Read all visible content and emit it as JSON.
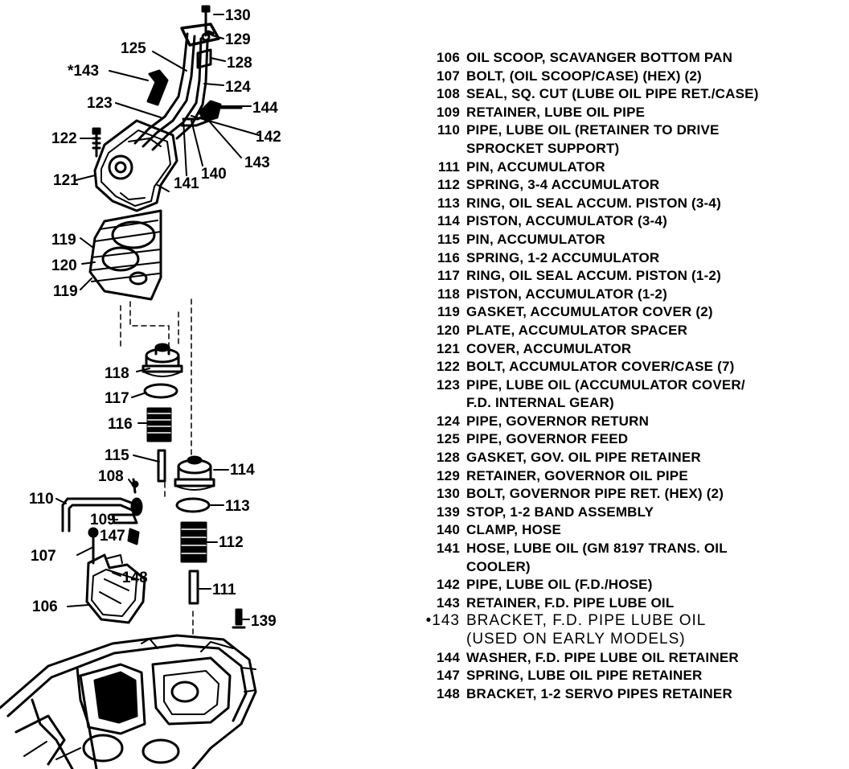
{
  "diagram": {
    "callouts": [
      "130",
      "129",
      "125",
      "128",
      "*143",
      "124",
      "123",
      "144",
      "122",
      "142",
      "143",
      "121",
      "141",
      "140",
      "119",
      "120",
      "119",
      "118",
      "117",
      "116",
      "115",
      "114",
      "108",
      "110",
      "113",
      "109",
      "147",
      "107",
      "112",
      "148",
      "106",
      "111",
      "139"
    ]
  },
  "legend": [
    {
      "num": "106",
      "text": "OIL SCOOP, SCAVANGER BOTTOM PAN"
    },
    {
      "num": "107",
      "text": "BOLT, (OIL SCOOP/CASE) (HEX) (2)"
    },
    {
      "num": "108",
      "text": "SEAL, SQ. CUT (LUBE OIL PIPE RET./CASE)"
    },
    {
      "num": "109",
      "text": "RETAINER, LUBE OIL PIPE"
    },
    {
      "num": "110",
      "text": "PIPE, LUBE OIL (RETAINER TO DRIVE\nSPROCKET SUPPORT)"
    },
    {
      "num": "111",
      "text": "PIN, ACCUMULATOR"
    },
    {
      "num": "112",
      "text": "SPRING, 3-4 ACCUMULATOR"
    },
    {
      "num": "113",
      "text": "RING, OIL SEAL ACCUM. PISTON (3-4)"
    },
    {
      "num": "114",
      "text": "PISTON, ACCUMULATOR (3-4)"
    },
    {
      "num": "115",
      "text": "PIN, ACCUMULATOR"
    },
    {
      "num": "116",
      "text": "SPRING, 1-2 ACCUMULATOR"
    },
    {
      "num": "117",
      "text": "RING, OIL SEAL ACCUM. PISTON (1-2)"
    },
    {
      "num": "118",
      "text": "PISTON, ACCUMULATOR (1-2)"
    },
    {
      "num": "119",
      "text": "GASKET, ACCUMULATOR COVER (2)"
    },
    {
      "num": "120",
      "text": "PLATE, ACCUMULATOR SPACER"
    },
    {
      "num": "121",
      "text": "COVER, ACCUMULATOR"
    },
    {
      "num": "122",
      "text": "BOLT, ACCUMULATOR COVER/CASE (7)"
    },
    {
      "num": "123",
      "text": "PIPE, LUBE OIL (ACCUMULATOR COVER/\nF.D. INTERNAL GEAR)"
    },
    {
      "num": "124",
      "text": "PIPE, GOVERNOR RETURN"
    },
    {
      "num": "125",
      "text": "PIPE, GOVERNOR FEED"
    },
    {
      "num": "128",
      "text": "GASKET, GOV. OIL PIPE RETAINER"
    },
    {
      "num": "129",
      "text": "RETAINER, GOVERNOR OIL PIPE"
    },
    {
      "num": "130",
      "text": "BOLT, GOVERNOR PIPE RET. (HEX) (2)"
    },
    {
      "num": "139",
      "text": "STOP, 1-2 BAND ASSEMBLY"
    },
    {
      "num": "140",
      "text": "CLAMP, HOSE"
    },
    {
      "num": "141",
      "text": "HOSE, LUBE OIL (GM 8197 TRANS. OIL\nCOOLER)"
    },
    {
      "num": "142",
      "text": "PIPE, LUBE OIL (F.D./HOSE)"
    },
    {
      "num": "143",
      "text": "RETAINER, F.D. PIPE LUBE OIL"
    },
    {
      "num": "•143",
      "text": "BRACKET, F.D. PIPE LUBE OIL\n(USED ON EARLY MODELS)",
      "style": "early"
    },
    {
      "num": "144",
      "text": "WASHER, F.D. PIPE LUBE OIL RETAINER"
    },
    {
      "num": "147",
      "text": "SPRING, LUBE OIL PIPE RETAINER"
    },
    {
      "num": "148",
      "text": "BRACKET, 1-2 SERVO PIPES RETAINER"
    }
  ]
}
